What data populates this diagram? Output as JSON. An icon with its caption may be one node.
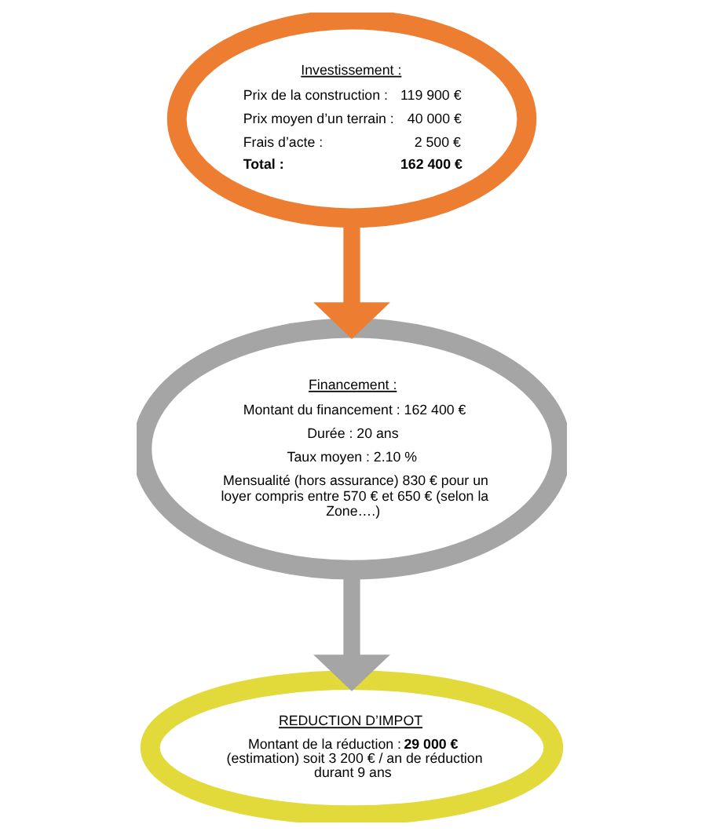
{
  "diagram": {
    "nodes": [
      {
        "text": [
          "Investissement :",
          "Prix de la construction :",
          "119 900 €",
          "Prix moyen d’un terrain :",
          "40 000 €",
          "Frais d’acte :",
          "2 500 €",
          "**Total :**",
          "**162 400 €**"
        ]
      },
      {
        "text": [
          "Financement :",
          "Montant du financement : 162 400 €",
          "Durée : 20 ans",
          "Taux moyen : 2.10 %",
          "Mensualité (hors assurance) 830 € pour un loyer compris entre 570 € et 650 € (selon la Zone….)"
        ]
      },
      {
        "text": [
          "REDUCTION D’IMPOT",
          "Montant de la réduction : **29 000 €** (estimation) soit 3 200 € / an de réduction durant 9 ans"
        ]
      }
    ],
    "edges": [
      {
        "from": 0,
        "to": 1,
        "arrow": "to",
        "color": "#ed7d31"
      },
      {
        "from": 1,
        "to": 2,
        "arrow": "to",
        "color": "#a5a5a5"
      }
    ]
  }
}
